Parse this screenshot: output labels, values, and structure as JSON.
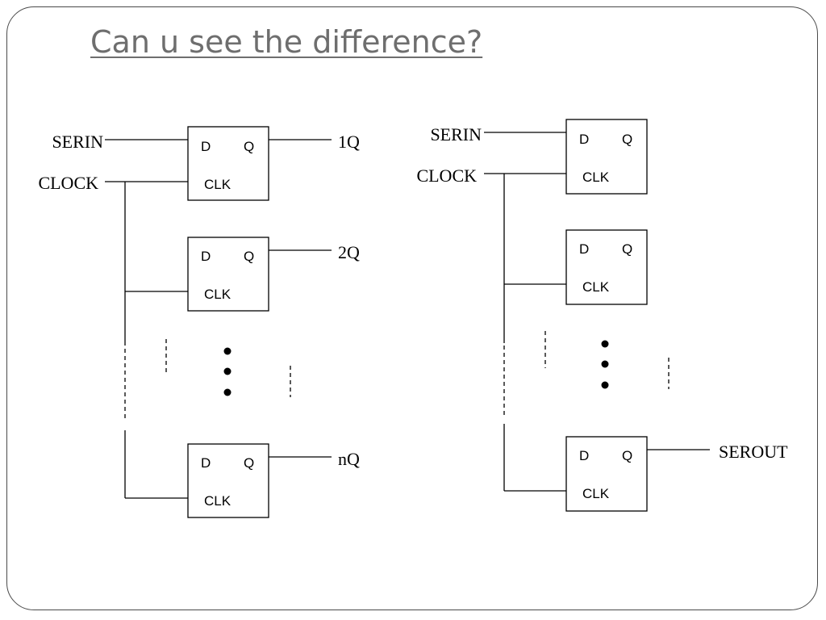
{
  "slide": {
    "title": "Can u see the difference?"
  },
  "left_circuit": {
    "input_label": "SERIN",
    "clock_label": "CLOCK",
    "outputs": [
      "1Q",
      "2Q",
      "nQ"
    ]
  },
  "right_circuit": {
    "input_label": "SERIN",
    "clock_label": "CLOCK",
    "output_label": "SEROUT"
  },
  "flip_flop": {
    "d_label": "D",
    "q_label": "Q",
    "clk_label": "CLK"
  },
  "colors": {
    "title": "#6e6e6e",
    "line": "#000000",
    "border": "#4a4a4a"
  }
}
